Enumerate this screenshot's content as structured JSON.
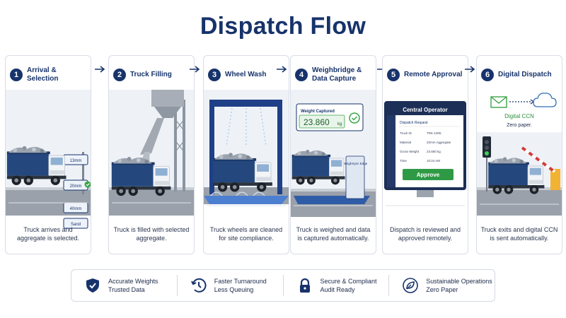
{
  "title": "Dispatch Flow",
  "steps": [
    {
      "num": "1",
      "title": "Arrival & Selection",
      "desc": "Truck arrives and aggregate is selected.",
      "signs": [
        "13mm",
        "20mm",
        "40mm",
        "Sand"
      ]
    },
    {
      "num": "2",
      "title": "Truck Filling",
      "desc": "Truck is filled with selected aggregate."
    },
    {
      "num": "3",
      "title": "Wheel Wash",
      "desc": "Truck wheels are cleaned for site compliance."
    },
    {
      "num": "4",
      "title": "Weighbridge & Data Capture",
      "desc": "Truck is weighed and data is captured automatically.",
      "weight_label": "Weight Captured",
      "weight_value": "23.860",
      "weight_unit": "kg",
      "kiosk": "WeighSync Edge"
    },
    {
      "num": "5",
      "title": "Remote Approval",
      "desc": "Dispatch is reviewed and approved remotely.",
      "panel_title": "Central Operator",
      "request_title": "Dispatch Request",
      "fields": [
        [
          "Truck ID",
          "TRK-1005"
        ],
        [
          "Material",
          "20mm Aggregate"
        ],
        [
          "Gross Weight",
          "23.860 kg"
        ],
        [
          "Time",
          "10:24 AM"
        ]
      ],
      "approve": "Approve"
    },
    {
      "num": "6",
      "title": "Digital Dispatch",
      "desc": "Truck exits and digital CCN is sent automatically.",
      "ccn": "Digital CCN",
      "zero": "Zero paper."
    }
  ],
  "features": [
    {
      "icon": "shield-check-icon",
      "line1": "Accurate Weights",
      "line2": "Trusted Data"
    },
    {
      "icon": "clock-icon",
      "line1": "Faster Turnaround",
      "line2": "Less Queuing"
    },
    {
      "icon": "lock-icon",
      "line1": "Secure & Compliant",
      "line2": "Audit Ready"
    },
    {
      "icon": "leaf-icon",
      "line1": "Sustainable Operations",
      "line2": "Zero Paper"
    }
  ]
}
